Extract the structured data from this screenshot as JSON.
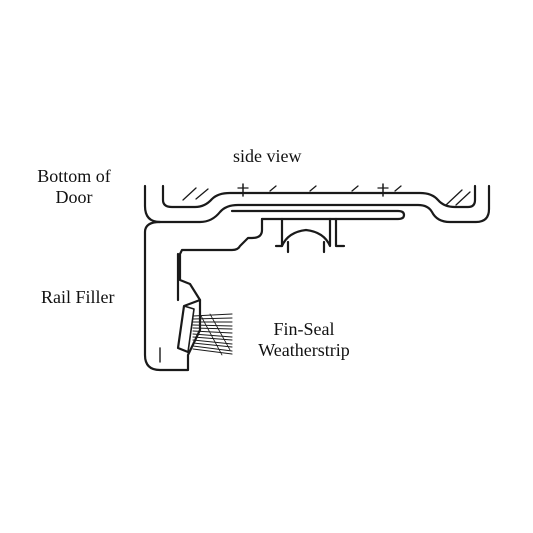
{
  "diagram": {
    "view_label": "side view",
    "labels": {
      "bottom_of_door": [
        "Bottom of",
        "Door"
      ],
      "rail_filler": "Rail Filler",
      "fin_seal": [
        "Fin-Seal",
        "Weatherstrip"
      ]
    },
    "colors": {
      "line": "#1a1a1a",
      "background": "#ffffff"
    }
  }
}
